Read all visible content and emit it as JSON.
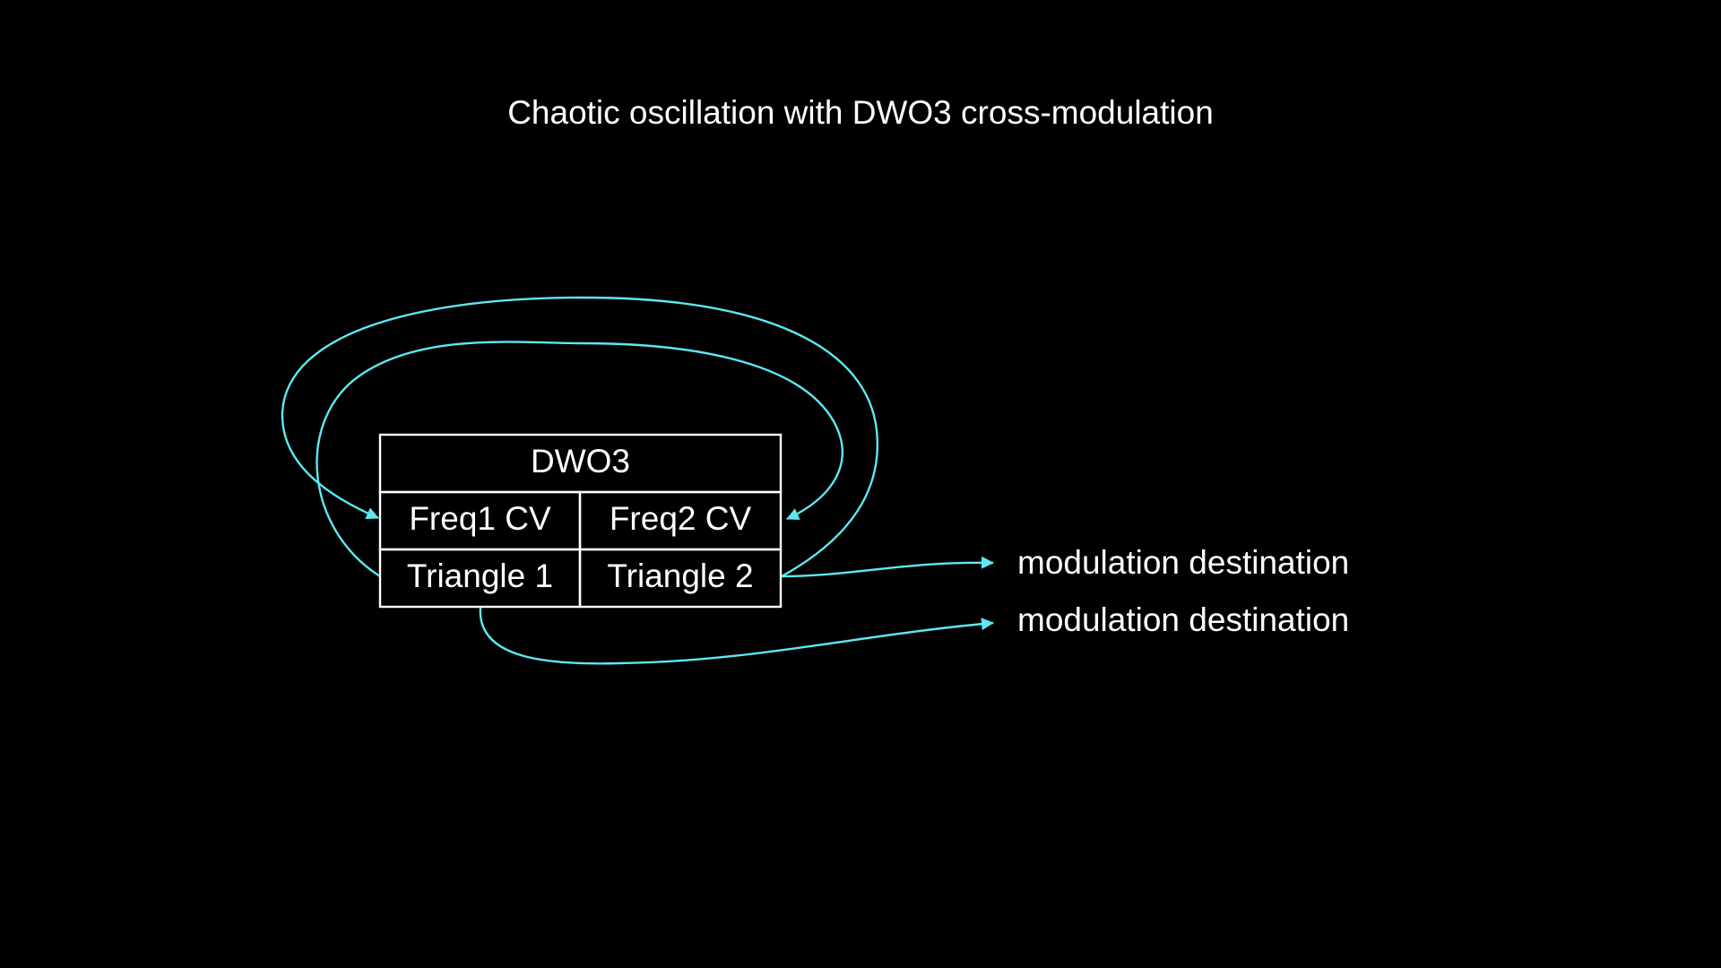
{
  "title": "Chaotic oscillation with DWO3 cross-modulation",
  "colors": {
    "background": "#000000",
    "text": "#ffffff",
    "edge": "#5ee8f0"
  },
  "module": {
    "name": "DWO3",
    "inputs": [
      "Freq1 CV",
      "Freq2 CV"
    ],
    "outputs": [
      "Triangle 1",
      "Triangle 2"
    ]
  },
  "destinations": [
    "modulation destination",
    "modulation destination"
  ],
  "connections": [
    {
      "from": "Triangle 1",
      "to": "Freq2 CV"
    },
    {
      "from": "Triangle 2",
      "to": "Freq1 CV"
    },
    {
      "from": "Triangle 2",
      "to": "modulation destination"
    },
    {
      "from": "Triangle 1",
      "to": "modulation destination"
    }
  ]
}
